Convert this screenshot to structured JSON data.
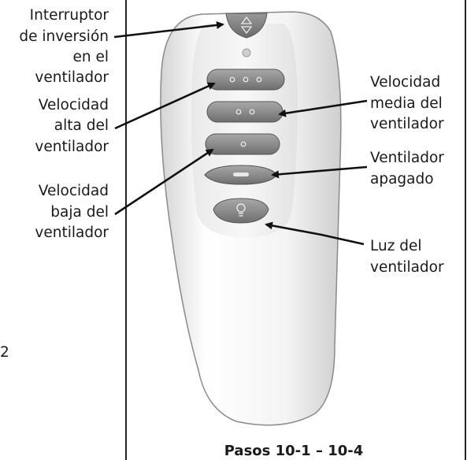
{
  "labels": {
    "reverse_switch": [
      "Interruptor",
      "de inversión",
      "en el",
      "ventilador"
    ],
    "high_speed": [
      "Velocidad",
      "alta del",
      "ventilador"
    ],
    "low_speed": [
      "Velocidad",
      "baja del",
      "ventilador"
    ],
    "medium_speed": [
      "Velocidad",
      "media del",
      "ventilador"
    ],
    "fan_off": [
      "Ventilador",
      "apagado"
    ],
    "fan_light": [
      "Luz del",
      "ventilador"
    ]
  },
  "side_number": "2",
  "caption": "Pasos 10-1 – 10-4",
  "colors": {
    "frame": "#222222",
    "remote_body": "#f3f3f3",
    "button_gray": "#8a8a8a",
    "text": "#1a1a1a"
  },
  "icons": [
    "up-down-arrow-icon",
    "indicator-light-icon",
    "lightbulb-icon"
  ]
}
